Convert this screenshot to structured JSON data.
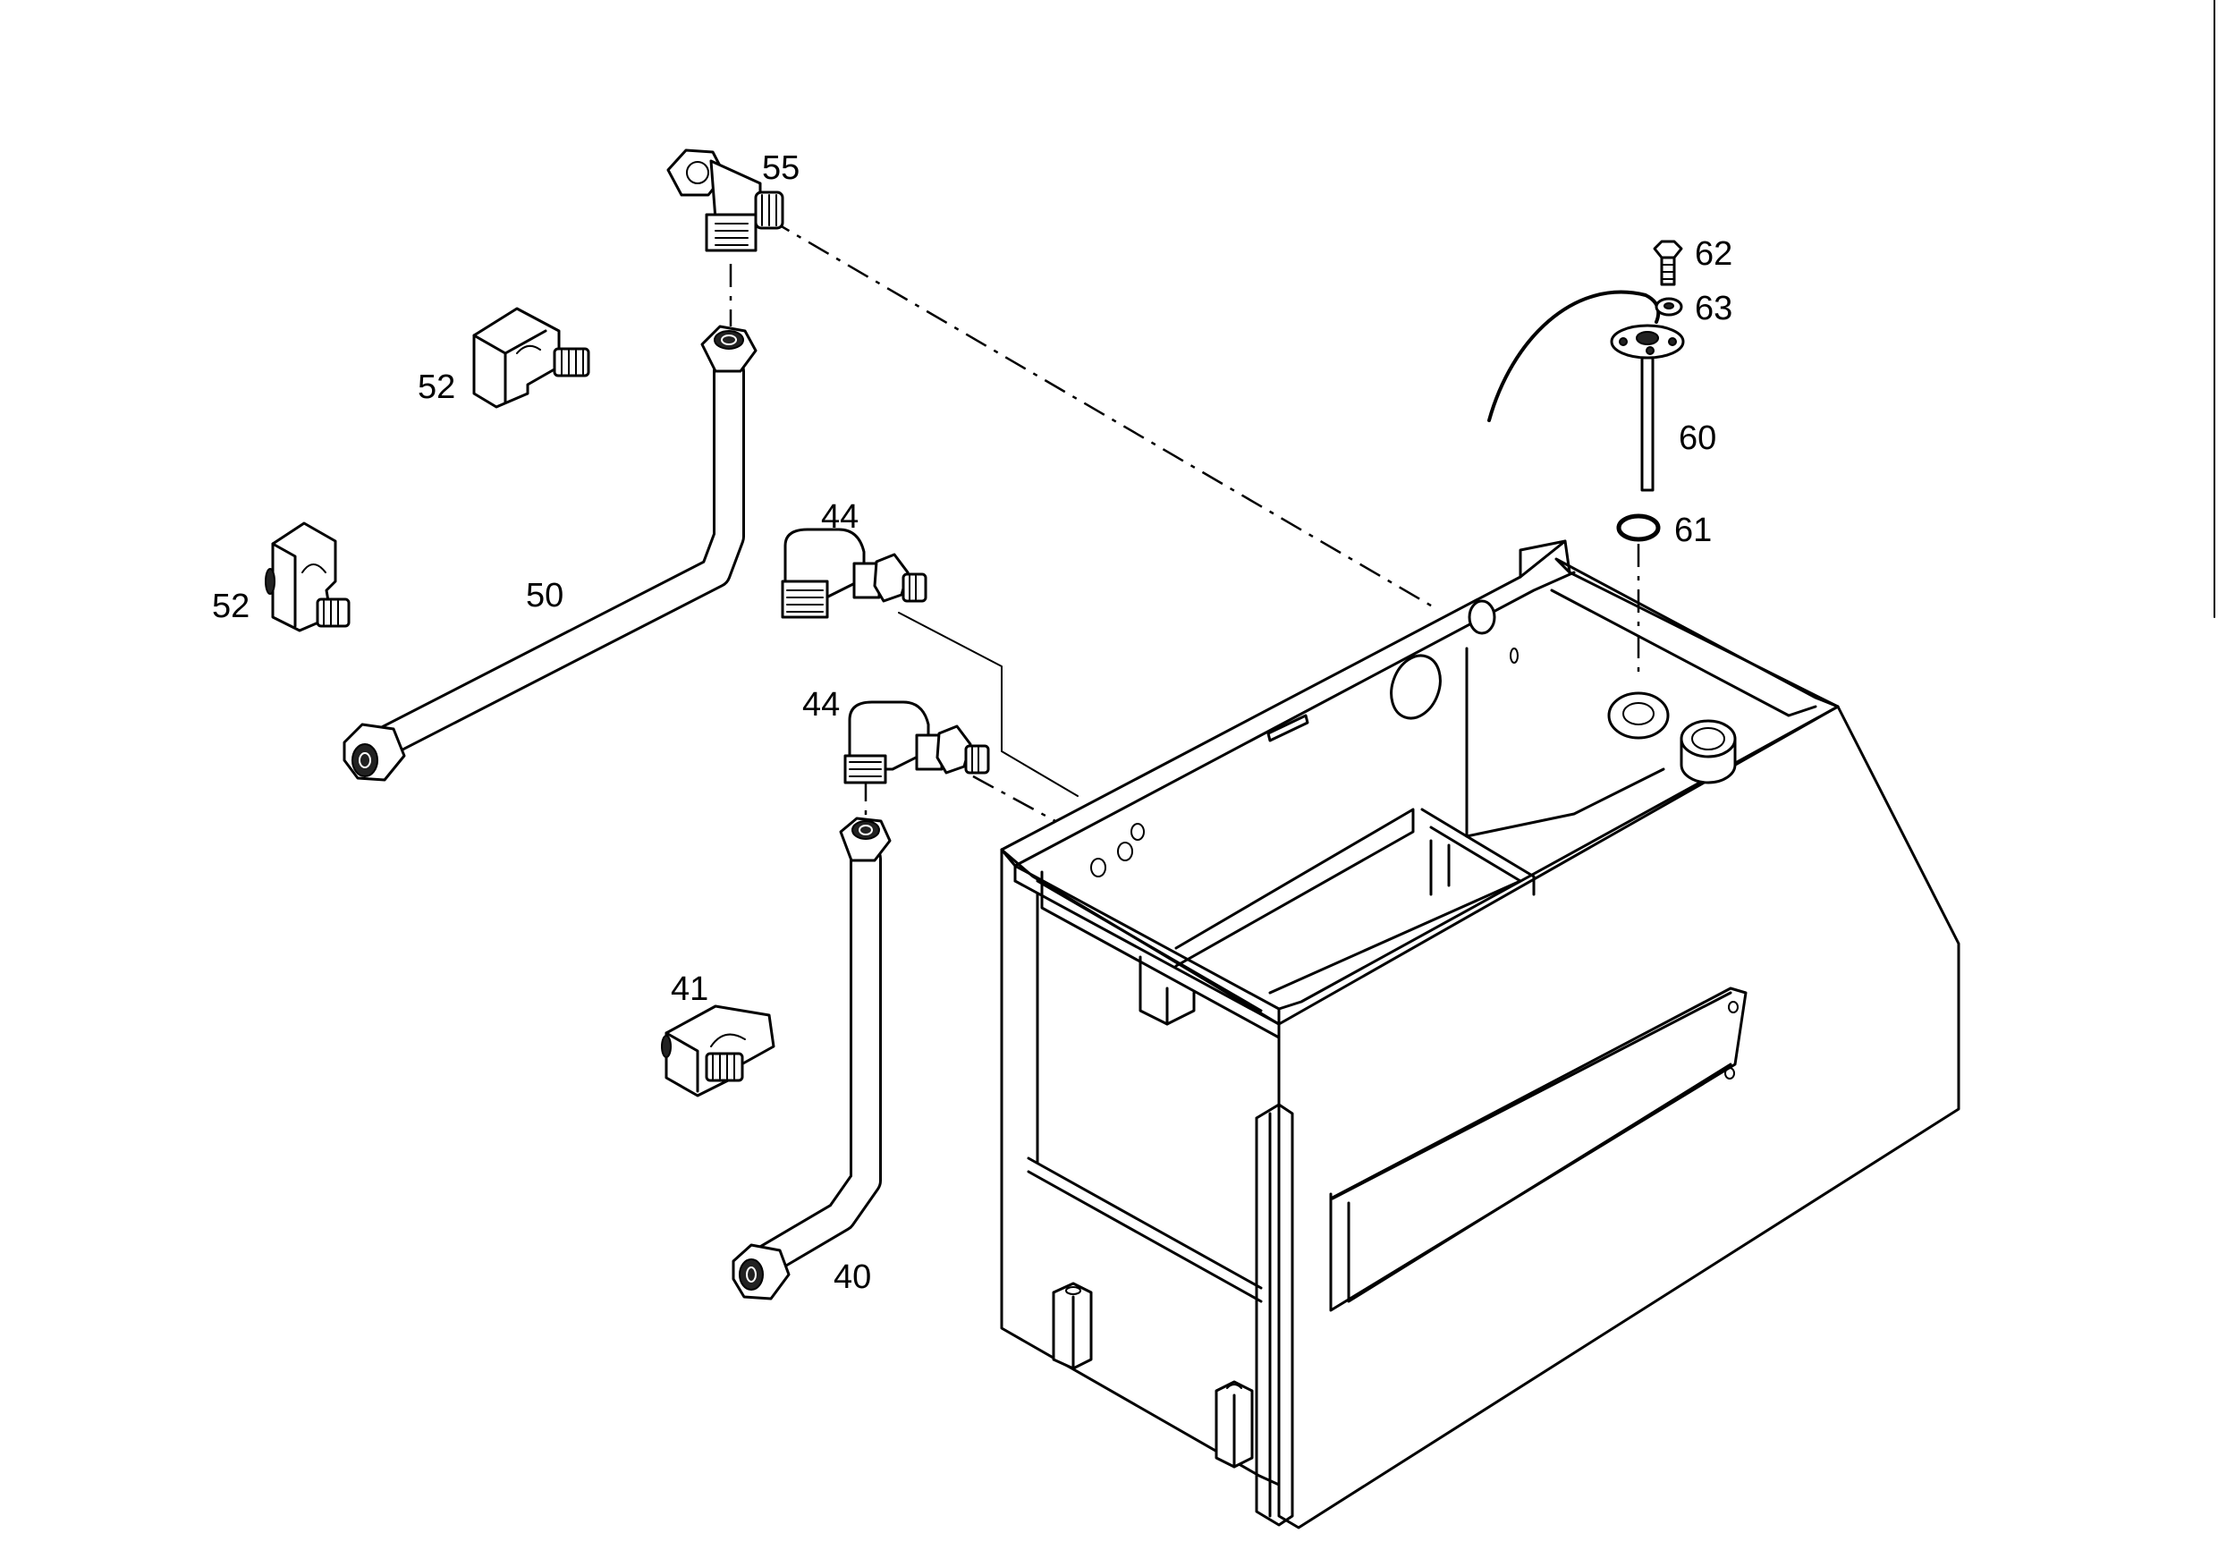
{
  "callouts": {
    "c55": "55",
    "c52a": "52",
    "c52b": "52",
    "c50": "50",
    "c44a": "44",
    "c44b": "44",
    "c41": "41",
    "c40": "40",
    "c62": "62",
    "c63": "63",
    "c60": "60",
    "c61": "61"
  }
}
